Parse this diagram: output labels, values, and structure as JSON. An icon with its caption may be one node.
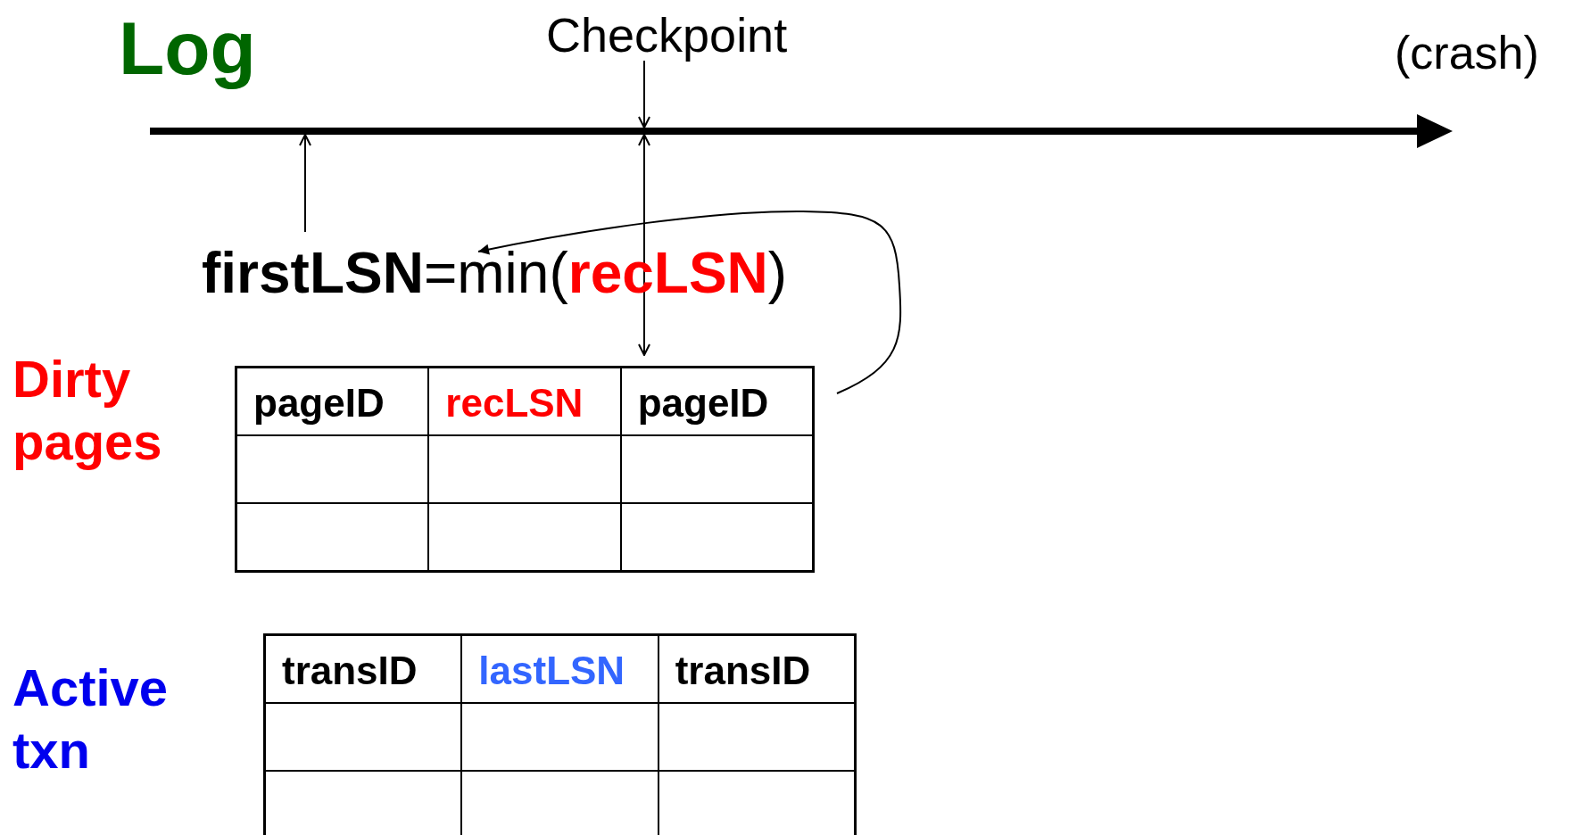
{
  "diagram": {
    "nodes": [
      {
        "text": [],
        "shape": "bar",
        "beside": [
          "Log",
          "(crash)"
        ]
      },
      {
        "text": [
          "Checkpoint"
        ]
      },
      {
        "text": [
          "**firstLSN**=min(**recLSN**)"
        ]
      },
      {
        "text": [
          "pageID",
          "recLSN",
          "pageID"
        ],
        "beside": [
          "Dirty pages"
        ]
      },
      {
        "text": [
          "transID",
          "lastLSN",
          "transID"
        ],
        "beside": [
          "Active txn"
        ]
      }
    ],
    "edges": [
      {
        "from": 1,
        "to": 0,
        "arrow": "to"
      },
      {
        "from": 2,
        "to": 0,
        "arrow": "to"
      },
      {
        "from": 0,
        "to": 3,
        "arrow": "both"
      },
      {
        "from": 3,
        "to": 2,
        "arrow": "to"
      }
    ]
  }
}
